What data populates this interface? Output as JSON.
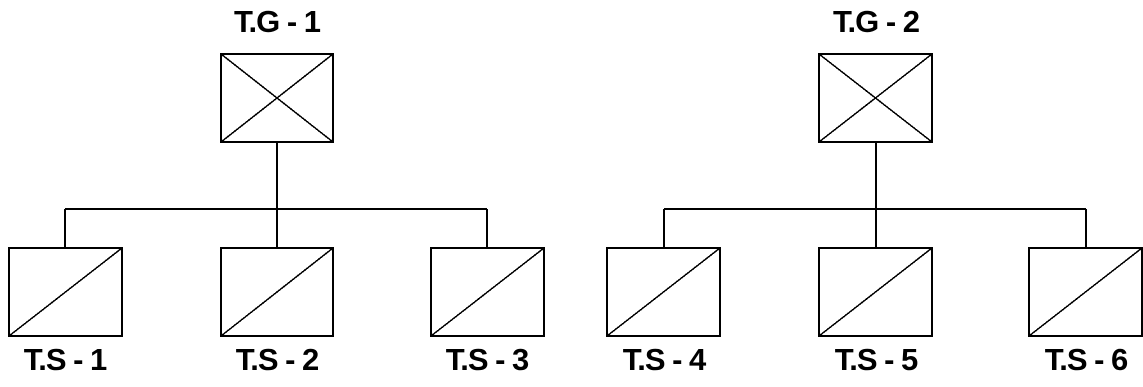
{
  "groups": [
    {
      "generator": "T.G - 1",
      "stations": [
        "T.S - 1",
        "T.S - 2",
        "T.S - 3"
      ]
    },
    {
      "generator": "T.G - 2",
      "stations": [
        "T.S - 4",
        "T.S - 5",
        "T.S - 6"
      ]
    }
  ],
  "colors": {
    "line": "#000000",
    "background": "#ffffff"
  }
}
